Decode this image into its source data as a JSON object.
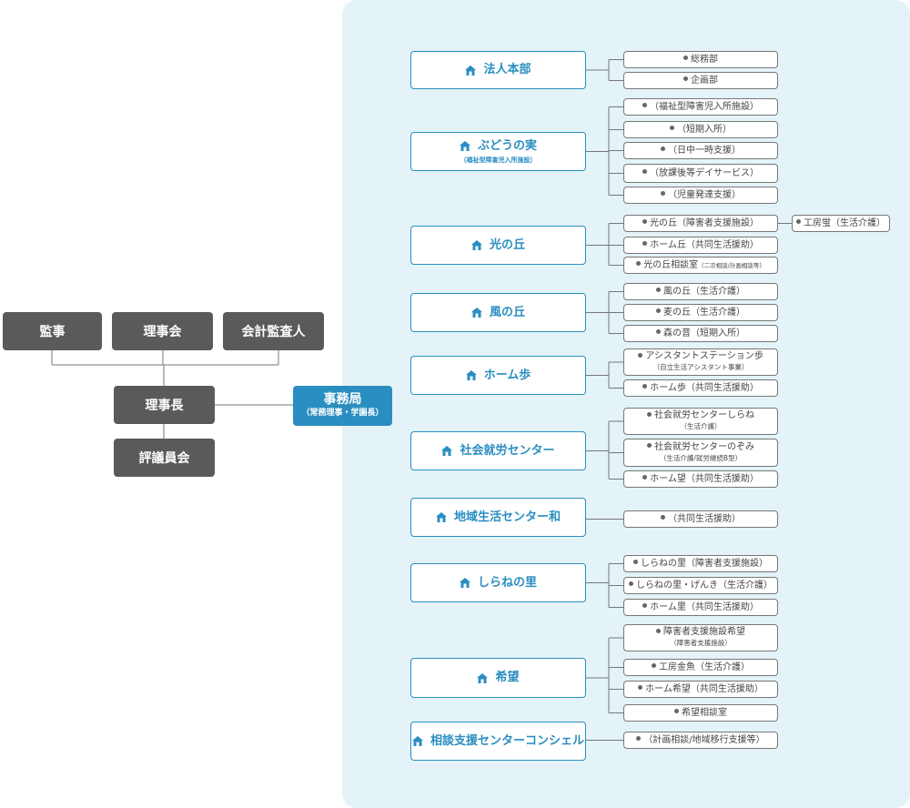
{
  "board": {
    "auditor": "監事",
    "directors": "理事会",
    "accounting_auditor": "会計監査人",
    "chairman": "理事長",
    "councilors": "評議員会"
  },
  "office": {
    "title": "事務局",
    "subtitle": "（常務理事・学園長）"
  },
  "facilities": [
    {
      "name": "法人本部",
      "units": [
        {
          "lines": [
            "総務部"
          ]
        },
        {
          "lines": [
            "企画部"
          ]
        }
      ]
    },
    {
      "name": "ぶどうの実",
      "sub": "（福祉型障害児入所施設）",
      "units": [
        {
          "lines": [
            "（福祉型障害児入所施設）"
          ]
        },
        {
          "lines": [
            "（短期入所）"
          ]
        },
        {
          "lines": [
            "（日中一時支援）"
          ]
        },
        {
          "lines": [
            "（放課後等デイサービス）"
          ]
        },
        {
          "lines": [
            "（児童発達支援）"
          ]
        }
      ]
    },
    {
      "name": "光の丘",
      "units": [
        {
          "lines": [
            "光の丘（障害者支援施設）"
          ]
        },
        {
          "lines": [
            "ホーム丘（共同生活援助）"
          ]
        },
        {
          "lines": [
            "光の丘相談室"
          ],
          "note": "（二次相談/計画相談等）"
        }
      ]
    },
    {
      "name": "風の丘",
      "units": [
        {
          "lines": [
            "風の丘（生活介護）"
          ]
        },
        {
          "lines": [
            "麦の丘（生活介護）"
          ]
        },
        {
          "lines": [
            "森の音（短期入所）"
          ]
        }
      ]
    },
    {
      "name": "ホーム歩",
      "units": [
        {
          "lines": [
            "アシスタントステーション歩",
            "（自立生活アシスタント事業）"
          ]
        },
        {
          "lines": [
            "ホーム歩（共同生活援助）"
          ]
        }
      ]
    },
    {
      "name": "社会就労センター",
      "units": [
        {
          "lines": [
            "社会就労センターしらね",
            "（生活介護）"
          ]
        },
        {
          "lines": [
            "社会就労センターのぞみ",
            "（生活介護/就労継続B型）"
          ]
        },
        {
          "lines": [
            "ホーム望（共同生活援助）"
          ]
        }
      ]
    },
    {
      "name": "地域生活センター和",
      "units": [
        {
          "lines": [
            "（共同生活援助）"
          ]
        }
      ]
    },
    {
      "name": "しらねの里",
      "units": [
        {
          "lines": [
            "しらねの里（障害者支援施設）"
          ]
        },
        {
          "lines": [
            "しらねの里・げんき（生活介護）"
          ]
        },
        {
          "lines": [
            "ホーム里（共同生活援助）"
          ]
        }
      ]
    },
    {
      "name": "希望",
      "units": [
        {
          "lines": [
            "障害者支援施設希望",
            "（障害者支援施設）"
          ]
        },
        {
          "lines": [
            "工房金魚（生活介護）"
          ]
        },
        {
          "lines": [
            "ホーム希望（共同生活援助）"
          ]
        },
        {
          "lines": [
            "希望相談室"
          ]
        }
      ]
    },
    {
      "name": "相談支援センターコンシェル",
      "units": [
        {
          "lines": [
            "（計画相談/地域移行支援等）"
          ]
        }
      ]
    }
  ],
  "extra_unit": {
    "lines": [
      "工房蛍（生活介護）"
    ]
  },
  "colors": {
    "accent": "#2a8ec0",
    "dark_box": "#5a5a5a",
    "panel": "#e3f3f8"
  }
}
